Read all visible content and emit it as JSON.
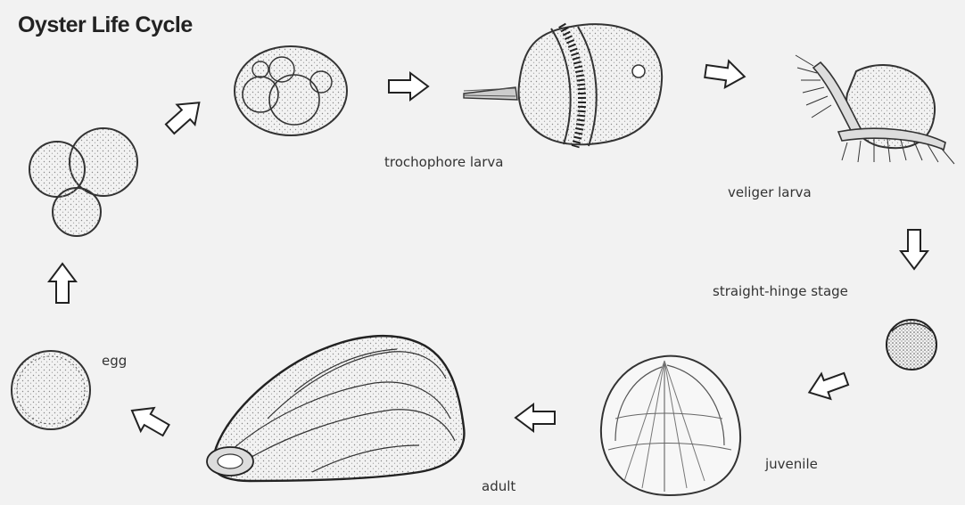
{
  "title": "Oyster Life Cycle",
  "stages": {
    "egg": "egg",
    "trochophore": "trochophore larva",
    "veliger": "veliger larva",
    "straight_hinge": "straight-hinge stage",
    "juvenile": "juvenile",
    "adult": "adult"
  },
  "colors": {
    "ink": "#2b2b2b",
    "paper": "#f2f2f2",
    "stipple": "#9a9a9a"
  }
}
